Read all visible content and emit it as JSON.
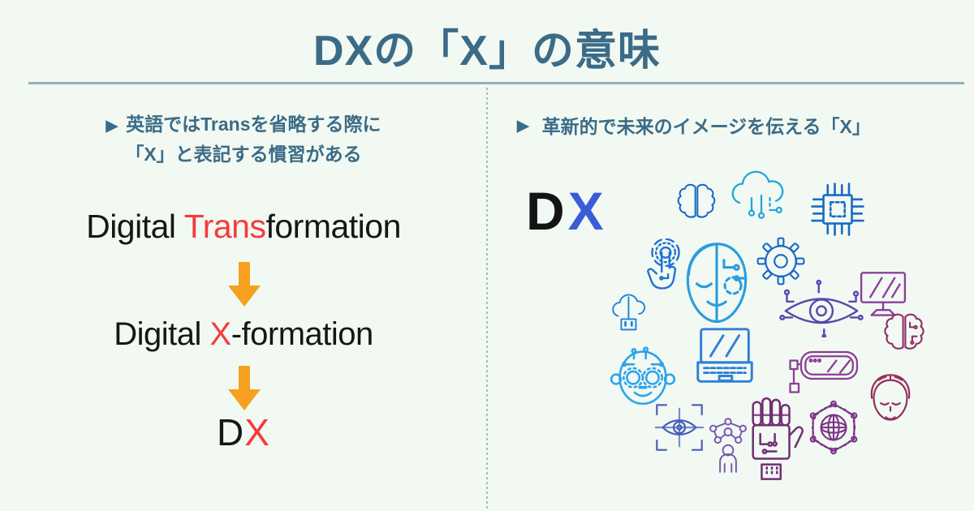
{
  "title": "DXの「X」の意味",
  "left": {
    "bullet": "▶",
    "heading_line1": "英語ではTransを省略する際に",
    "heading_line2": "「X」と表記する慣習がある",
    "steps": [
      {
        "pre": "Digital ",
        "highlight": "Trans",
        "post": "formation"
      },
      {
        "pre": "Digital ",
        "highlight": "X",
        "post": "-formation"
      },
      {
        "pre": "D",
        "highlight": "X",
        "post": ""
      }
    ],
    "arrow_icon": "down-arrow-icon"
  },
  "right": {
    "bullet": "▶",
    "heading": "革新的で未来のイメージを伝える「X」",
    "dx_black": "D",
    "dx_blue": "X",
    "icons": [
      {
        "name": "brain-icon",
        "color": "#1565c8"
      },
      {
        "name": "cloud-network-icon",
        "color": "#21a3e0"
      },
      {
        "name": "cpu-chip-icon",
        "color": "#1b6ac9"
      },
      {
        "name": "touch-gesture-icon",
        "color": "#1f72d2"
      },
      {
        "name": "cyborg-face-icon",
        "color": "#2b9ddd"
      },
      {
        "name": "gear-icon",
        "color": "#1b67c8"
      },
      {
        "name": "cyber-eye-icon",
        "color": "#5b49ae"
      },
      {
        "name": "monitor-icon",
        "color": "#8c3f9c"
      },
      {
        "name": "cloud-usb-icon",
        "color": "#2383dc"
      },
      {
        "name": "robot-head-icon",
        "color": "#2da3ea"
      },
      {
        "name": "laptop-icon",
        "color": "#2f7fd6"
      },
      {
        "name": "vr-headset-icon",
        "color": "#8c3c96"
      },
      {
        "name": "circuit-brain-icon",
        "color": "#8e2f68"
      },
      {
        "name": "eye-scan-icon",
        "color": "#4a5cbc"
      },
      {
        "name": "person-network-icon",
        "color": "#7b57b2"
      },
      {
        "name": "robot-hand-icon",
        "color": "#722e74"
      },
      {
        "name": "globe-network-icon",
        "color": "#7c3389"
      },
      {
        "name": "human-head-icon",
        "color": "#96315f"
      }
    ]
  },
  "colors": {
    "background": "#f1f9f2",
    "heading_teal": "#3c6b87",
    "accent_red": "#f73b3d",
    "accent_blue": "#3a5cd8",
    "arrow_orange": "#f5a11f",
    "divider": "#93aec2",
    "text_black": "#161616"
  }
}
